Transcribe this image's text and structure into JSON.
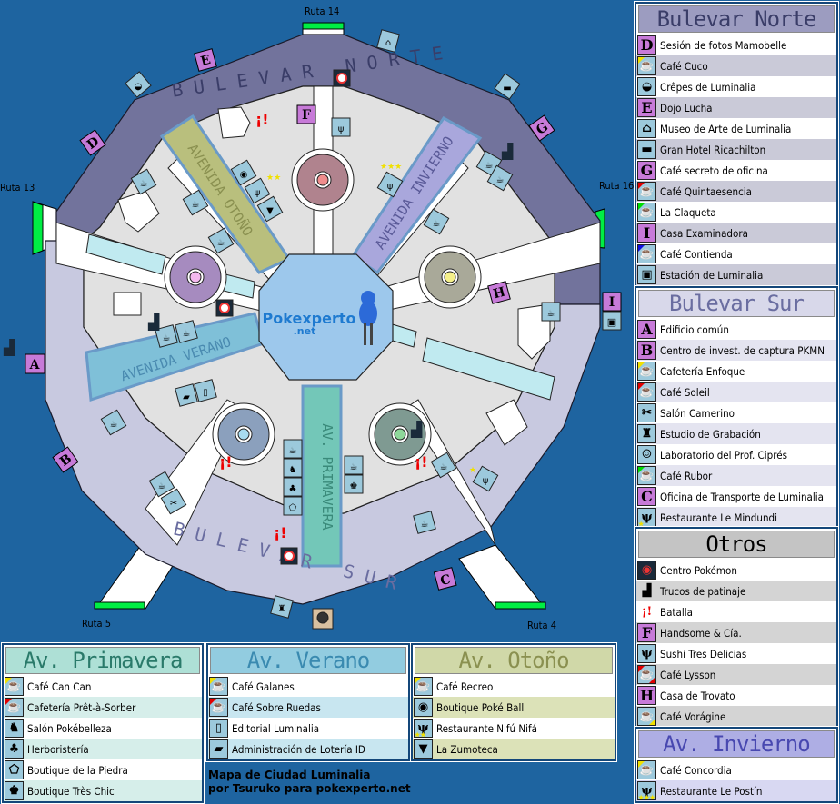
{
  "map": {
    "routes": {
      "north": "Ruta 14",
      "west": "Ruta 13",
      "east": "Ruta 16",
      "southwest": "Ruta 5",
      "southeast": "Ruta 4"
    },
    "street_labels": {
      "north_blvd": "BULEVAR NORTE",
      "south_blvd": "BULEVAR SUR",
      "autumn": "AVENIDA OTOÑO",
      "winter": "AVENIDA INVIERNO",
      "summer": "AVENIDA VERANO",
      "spring": "AV. PRIMAVERA"
    },
    "center_logo": {
      "main": "Pokexperto",
      "sub": ".net"
    },
    "markers": [
      "A",
      "B",
      "C",
      "D",
      "E",
      "F",
      "G",
      "H",
      "I"
    ]
  },
  "colors": {
    "ocean": "#1e64a0",
    "north_blvd": "#72739c",
    "south_blvd": "#c8c9e0",
    "autumn": "#b9bf7d",
    "winter": "#a9a7dc",
    "summer": "#7fc0d8",
    "spring": "#73c7b8",
    "marker": "#c77ad8",
    "route_green": "#00ee44"
  },
  "panels": {
    "bulevar_norte": {
      "title": "Bulevar Norte",
      "items": [
        {
          "icon": "letter",
          "glyph": "D",
          "label": "Sesión de fotos Mamobelle"
        },
        {
          "icon": "cafe",
          "corner": "#f0e000",
          "label": "Café Cuco"
        },
        {
          "icon": "crepe",
          "label": "Crêpes de Luminalia"
        },
        {
          "icon": "letter",
          "glyph": "E",
          "label": "Dojo Lucha"
        },
        {
          "icon": "museum",
          "label": "Museo de Arte de Luminalia"
        },
        {
          "icon": "hotel",
          "label": "Gran Hotel Ricachilton"
        },
        {
          "icon": "letter",
          "glyph": "G",
          "label": "Café secreto de oficina"
        },
        {
          "icon": "cafe",
          "corner": "#e00000",
          "label": "Café Quintaesencia"
        },
        {
          "icon": "cafe",
          "corner": "#00dd00",
          "label": "La Claqueta"
        },
        {
          "icon": "letter",
          "glyph": "I",
          "label": "Casa Examinadora"
        },
        {
          "icon": "cafe",
          "corner": "#1010e0",
          "label": "Café Contienda"
        },
        {
          "icon": "train",
          "label": "Estación de Luminalia"
        }
      ]
    },
    "bulevar_sur": {
      "title": "Bulevar Sur",
      "items": [
        {
          "icon": "letter",
          "glyph": "A",
          "label": "Edificio común"
        },
        {
          "icon": "letter",
          "glyph": "B",
          "label": "Centro de invest. de captura PKMN"
        },
        {
          "icon": "cafe",
          "corner": "#f0e000",
          "label": "Cafetería Enfoque"
        },
        {
          "icon": "cafe",
          "corner": "#e00000",
          "label": "Café Soleil"
        },
        {
          "icon": "scissors",
          "label": "Salón Camerino"
        },
        {
          "icon": "studio",
          "label": "Estudio de Grabación"
        },
        {
          "icon": "professor",
          "label": "Laboratorio del Prof. Ciprés"
        },
        {
          "icon": "cafe",
          "corner": "#00dd00",
          "label": "Café Rubor"
        },
        {
          "icon": "letter",
          "glyph": "C",
          "label": "Oficina de Transporte de Luminalia"
        },
        {
          "icon": "restaurant",
          "stars": 1,
          "label": "Restaurante Le Mindundi"
        }
      ]
    },
    "otros": {
      "title": "Otros",
      "items": [
        {
          "icon": "pokecenter",
          "label": "Centro Pokémon"
        },
        {
          "icon": "skate",
          "label": "Trucos de patinaje"
        },
        {
          "icon": "battle",
          "label": "Batalla"
        },
        {
          "icon": "letter",
          "glyph": "F",
          "label": "Handsome & Cía."
        },
        {
          "icon": "restaurant",
          "label": "Sushi Tres Delicias"
        },
        {
          "icon": "cafe",
          "corner": "#e00000",
          "corner2": "#e00000",
          "label": "Café Lysson"
        },
        {
          "icon": "letter",
          "glyph": "H",
          "label": "Casa de Trovato"
        },
        {
          "icon": "cafe",
          "corner2": "#f0e000",
          "label": "Café Vorágine"
        }
      ]
    },
    "av_invierno": {
      "title": "Av. Invierno",
      "items": [
        {
          "icon": "cafe",
          "corner": "#f0e000",
          "label": "Café Concordia"
        },
        {
          "icon": "restaurant",
          "stars": 3,
          "label": "Restaurante Le Postín"
        }
      ]
    },
    "av_primavera": {
      "title": "Av. Primavera",
      "items": [
        {
          "icon": "cafe",
          "corner": "#f0e000",
          "label": "Café Can Can"
        },
        {
          "icon": "cafe",
          "corner": "#e00000",
          "label": "Cafetería Prêt-à-Sorber"
        },
        {
          "icon": "salon",
          "label": "Salón Pokébelleza"
        },
        {
          "icon": "herb",
          "label": "Herboristería"
        },
        {
          "icon": "stone",
          "label": "Boutique de la Piedra"
        },
        {
          "icon": "shirt",
          "label": "Boutique Très Chic"
        }
      ]
    },
    "av_verano": {
      "title": "Av. Verano",
      "items": [
        {
          "icon": "cafe",
          "corner": "#f0e000",
          "label": "Café Galanes"
        },
        {
          "icon": "cafe",
          "corner": "#e00000",
          "label": "Café Sobre Ruedas"
        },
        {
          "icon": "book",
          "label": "Editorial Luminalia"
        },
        {
          "icon": "lottery",
          "label": "Administración de Lotería ID"
        }
      ]
    },
    "av_otono": {
      "title": "Av. Otoño",
      "items": [
        {
          "icon": "cafe",
          "corner": "#f0e000",
          "label": "Café Recreo"
        },
        {
          "icon": "pokeball",
          "label": "Boutique Poké Ball"
        },
        {
          "icon": "restaurant",
          "stars": 2,
          "label": "Restaurante Nifú Nifá"
        },
        {
          "icon": "juice",
          "label": "La Zumoteca"
        }
      ]
    }
  },
  "credits": {
    "line1": "Mapa de Ciudad Luminalia",
    "line2": "por Tsuruko para pokexperto.net"
  }
}
